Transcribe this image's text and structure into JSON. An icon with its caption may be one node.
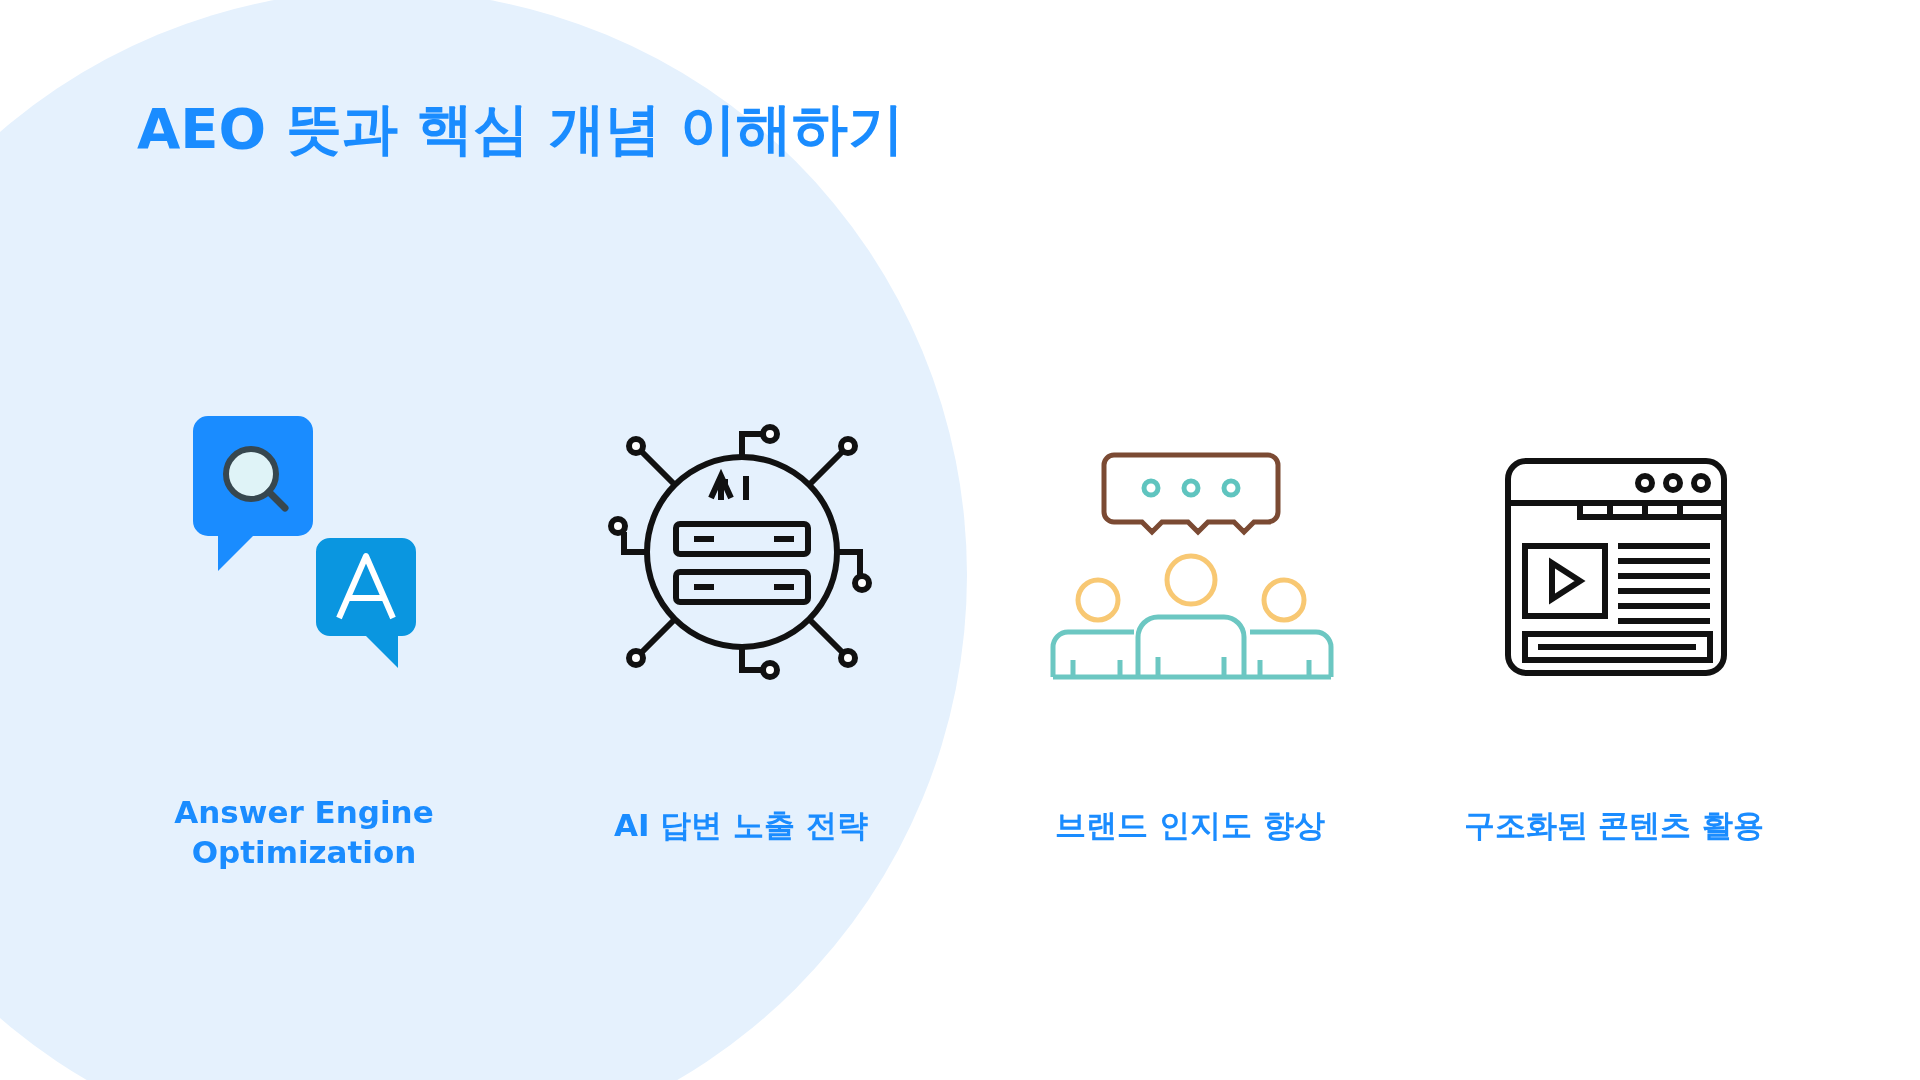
{
  "diagram": {
    "title": "AEO 뜻과 핵심 개념 이해하기",
    "labels": [
      "Answer Engine Optimization",
      "AI 답변 노출 전략",
      "브랜드 인지도 향상",
      "구조화된 콘텐츠 활용"
    ]
  }
}
